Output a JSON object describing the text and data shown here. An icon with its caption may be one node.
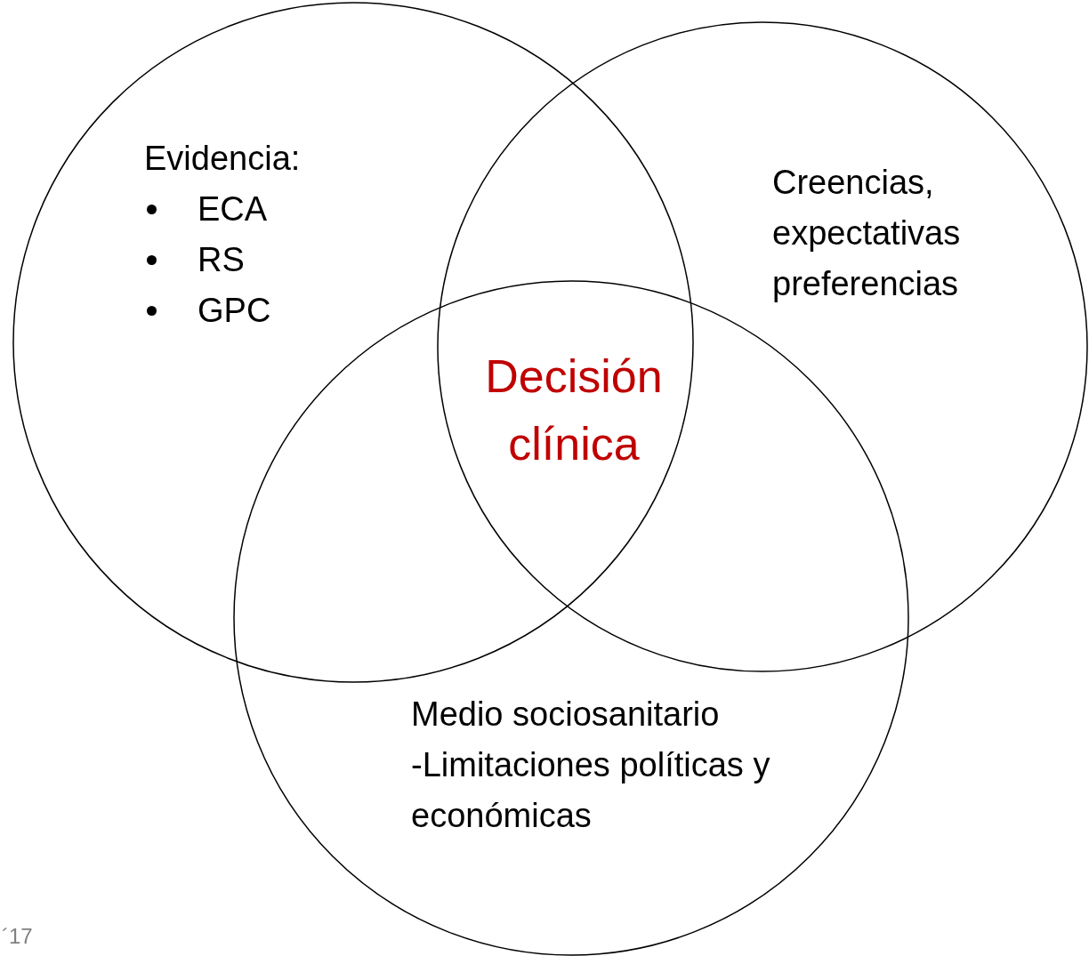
{
  "diagram": {
    "nodes": [
      {
        "text": [
          "Evidencia:",
          "ECA",
          "RS",
          "GPC"
        ]
      },
      {
        "text": [
          "Creencias, expectativas preferencias"
        ]
      },
      {
        "text": [
          "Medio sociosanitario",
          "-Limitaciones políticas y económicas"
        ]
      }
    ],
    "labels": [
      "Decisión clínica",
      "´17"
    ]
  }
}
